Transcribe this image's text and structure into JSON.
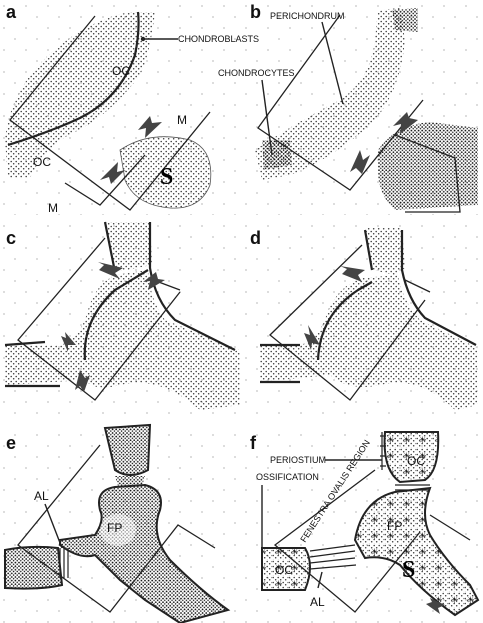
{
  "panels": {
    "a": {
      "letter": "a",
      "labels": {
        "chondroblasts": "CHONDROBLASTS",
        "oc_upper": "OC",
        "oc_lower": "OC",
        "m_right": "M",
        "m_left": "M",
        "s": "S"
      }
    },
    "b": {
      "letter": "b",
      "labels": {
        "perichondrum": "PERICHONDRUM",
        "chondrocytes": "CHONDROCYTES"
      }
    },
    "c": {
      "letter": "c"
    },
    "d": {
      "letter": "d"
    },
    "e": {
      "letter": "e",
      "labels": {
        "al": "AL",
        "fp": "FP"
      }
    },
    "f": {
      "letter": "f",
      "labels": {
        "periostium": "PERIOSTIUM",
        "oc_upper": "OC",
        "ossification": "OSSIFICATION",
        "fenestra": "FENESTRA OVALIS REGION",
        "fp": "FP",
        "oc_lower": "OC",
        "s": "S",
        "al": "AL"
      }
    }
  },
  "colors": {
    "ink": "#222222",
    "background": "#ffffff",
    "arrow": "#444444"
  }
}
